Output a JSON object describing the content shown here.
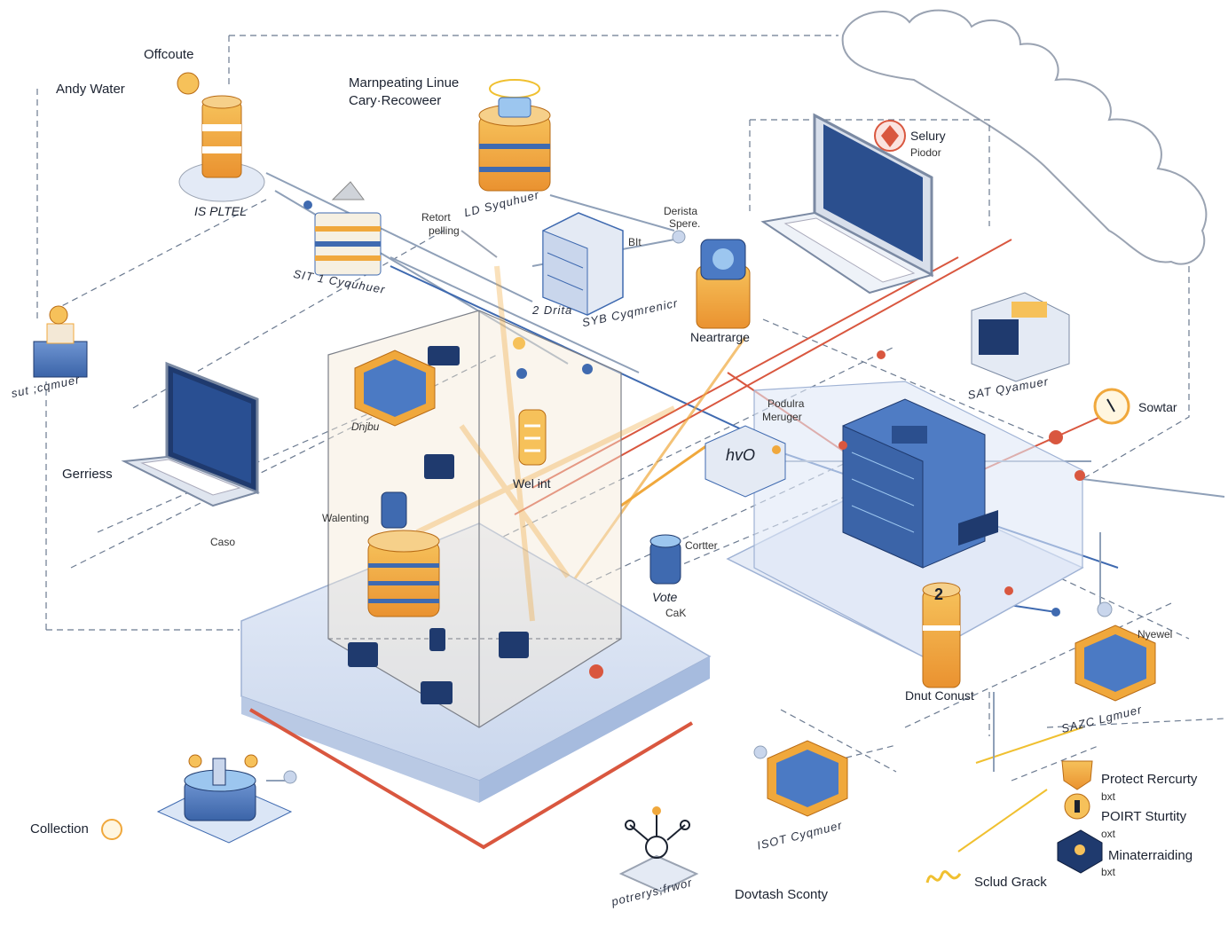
{
  "labels": {
    "offcoute": "Offcoute",
    "andy_water": "Andy Water",
    "is_pltel": "IS PLTEL",
    "marnpeating_1": "Marnpeating Linue",
    "marnpeating_2": "Cary·Recoweer",
    "retort_1": "Retort",
    "retort_2": "pelling",
    "derista_1": "Derista",
    "derista_2": "Spere.",
    "selury": "Selury",
    "piodor": "Piodor",
    "bit": "BIt",
    "drita": "2 Drita",
    "neartrarge": "Neartrarge",
    "sowtar": "Sowtar",
    "gerriess": "Gerriess",
    "caso": "Caso",
    "walenting": "Walenting",
    "dnjbu": "Dnjbu",
    "welint": "Wel int",
    "podulra_1": "Podulra",
    "podulra_2": "Meruger",
    "hvo": "hvO",
    "cortter": "Cortter",
    "vote": "Vote",
    "cak": "CaK",
    "two": "2",
    "dnut_conust": "Dnut Conust",
    "nyewel": "Nyewel",
    "collection": "Collection",
    "protect_rercurty": "Protect Rercurty",
    "bxt_1": "bxt",
    "point_sturtity": "POIRT Sturtity",
    "oxt": "oxt",
    "minaterraiding": "Minaterraiding",
    "bxt_2": "bxt",
    "sclud_grack": "Sclud Grack",
    "dovtash_sconty": "Dovtash Sconty"
  },
  "iso_labels": {
    "sit": "SIT 1 Cyquhuer",
    "sut_left": "sut ;cqmuer",
    "sut_mid": "SAT Qyamuer",
    "ld_syquhuer": "LD Syquhuer",
    "sis_bl": "SYB Cyqmrenicr",
    "sazc": "SAZC Lgmuer",
    "potrerys": "potrerys;frwor",
    "isot": "ISOT Cyqmuer"
  },
  "colors": {
    "blue": "#3f6ab0",
    "light_blue": "#dbe6f6",
    "orange": "#f0a83c",
    "red": "#d9573f",
    "navy": "#1f3a6e",
    "gray_line": "#8fa0b8"
  }
}
